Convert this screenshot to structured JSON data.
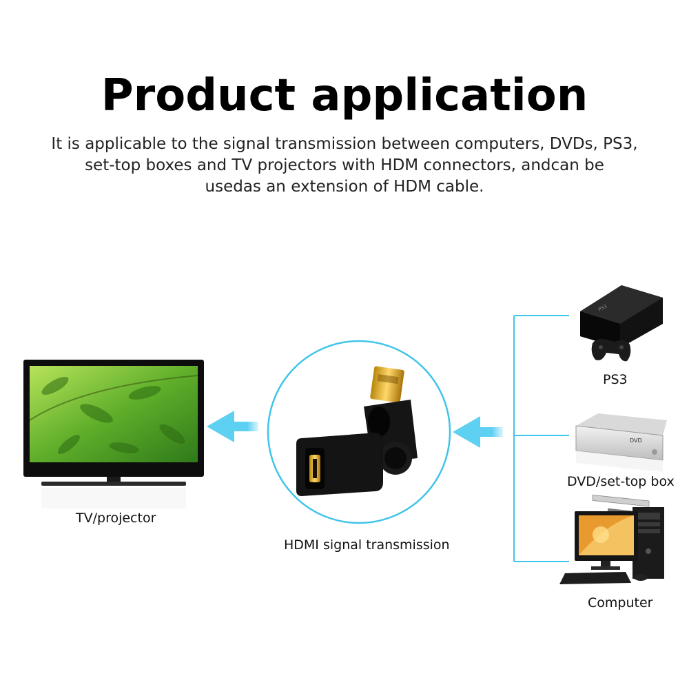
{
  "title": "Product application",
  "description": [
    "It is applicable to the signal transmission between computers, DVDs, PS3,",
    "set-top boxes and TV projectors with HDM connectors, andcan be",
    "usedas an extension of HDM cable."
  ],
  "labels": {
    "tv": "TV/projector",
    "adapter": "HDMI signal transmission",
    "ps3": "PS3",
    "dvd": "DVD/set-top box",
    "computer": "Computer"
  },
  "colors": {
    "accent": "#3fc4ea",
    "arrow": "#5ed0f2"
  }
}
